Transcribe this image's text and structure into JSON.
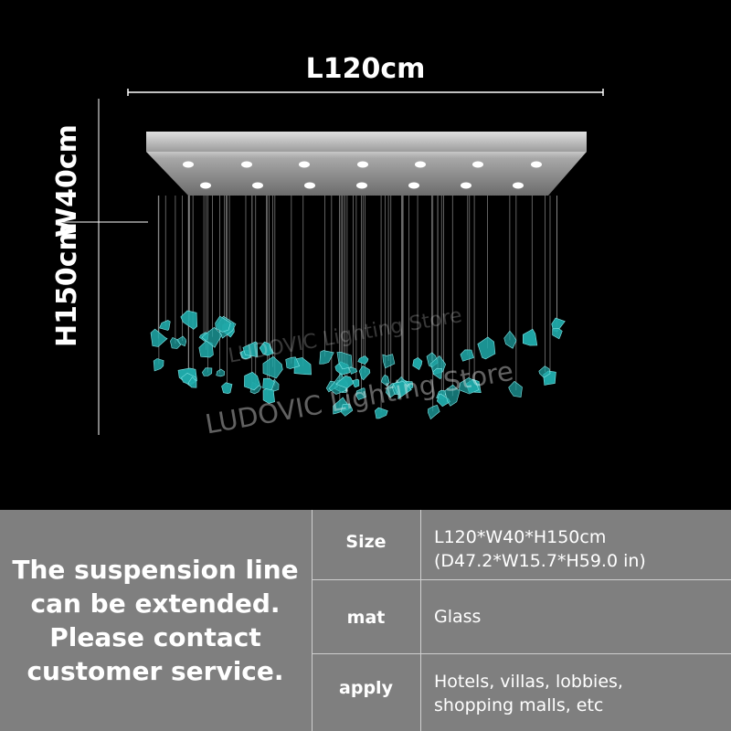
{
  "dimensions": {
    "length": "L120cm",
    "width": "W40cm",
    "height": "H150cm"
  },
  "watermark": "LUDOVIC Lighting Store",
  "note": {
    "line1": "The suspension line",
    "line2": "can be extended.",
    "line3": "Please contact",
    "line4": "customer service."
  },
  "specs": [
    {
      "key": "Size",
      "value_line1": "L120*W40*H150cm",
      "value_line2": "(D47.2*W15.7*H59.0 in)"
    },
    {
      "key": "mat",
      "value_line1": "Glass",
      "value_line2": ""
    },
    {
      "key": "apply",
      "value_line1": "Hotels, villas, lobbies,",
      "value_line2": "shopping malls, etc"
    }
  ],
  "colors": {
    "background": "#000000",
    "panel": "#7f7f7f",
    "glass": "#1fa8a8",
    "canopy": "#9a9a9a"
  }
}
